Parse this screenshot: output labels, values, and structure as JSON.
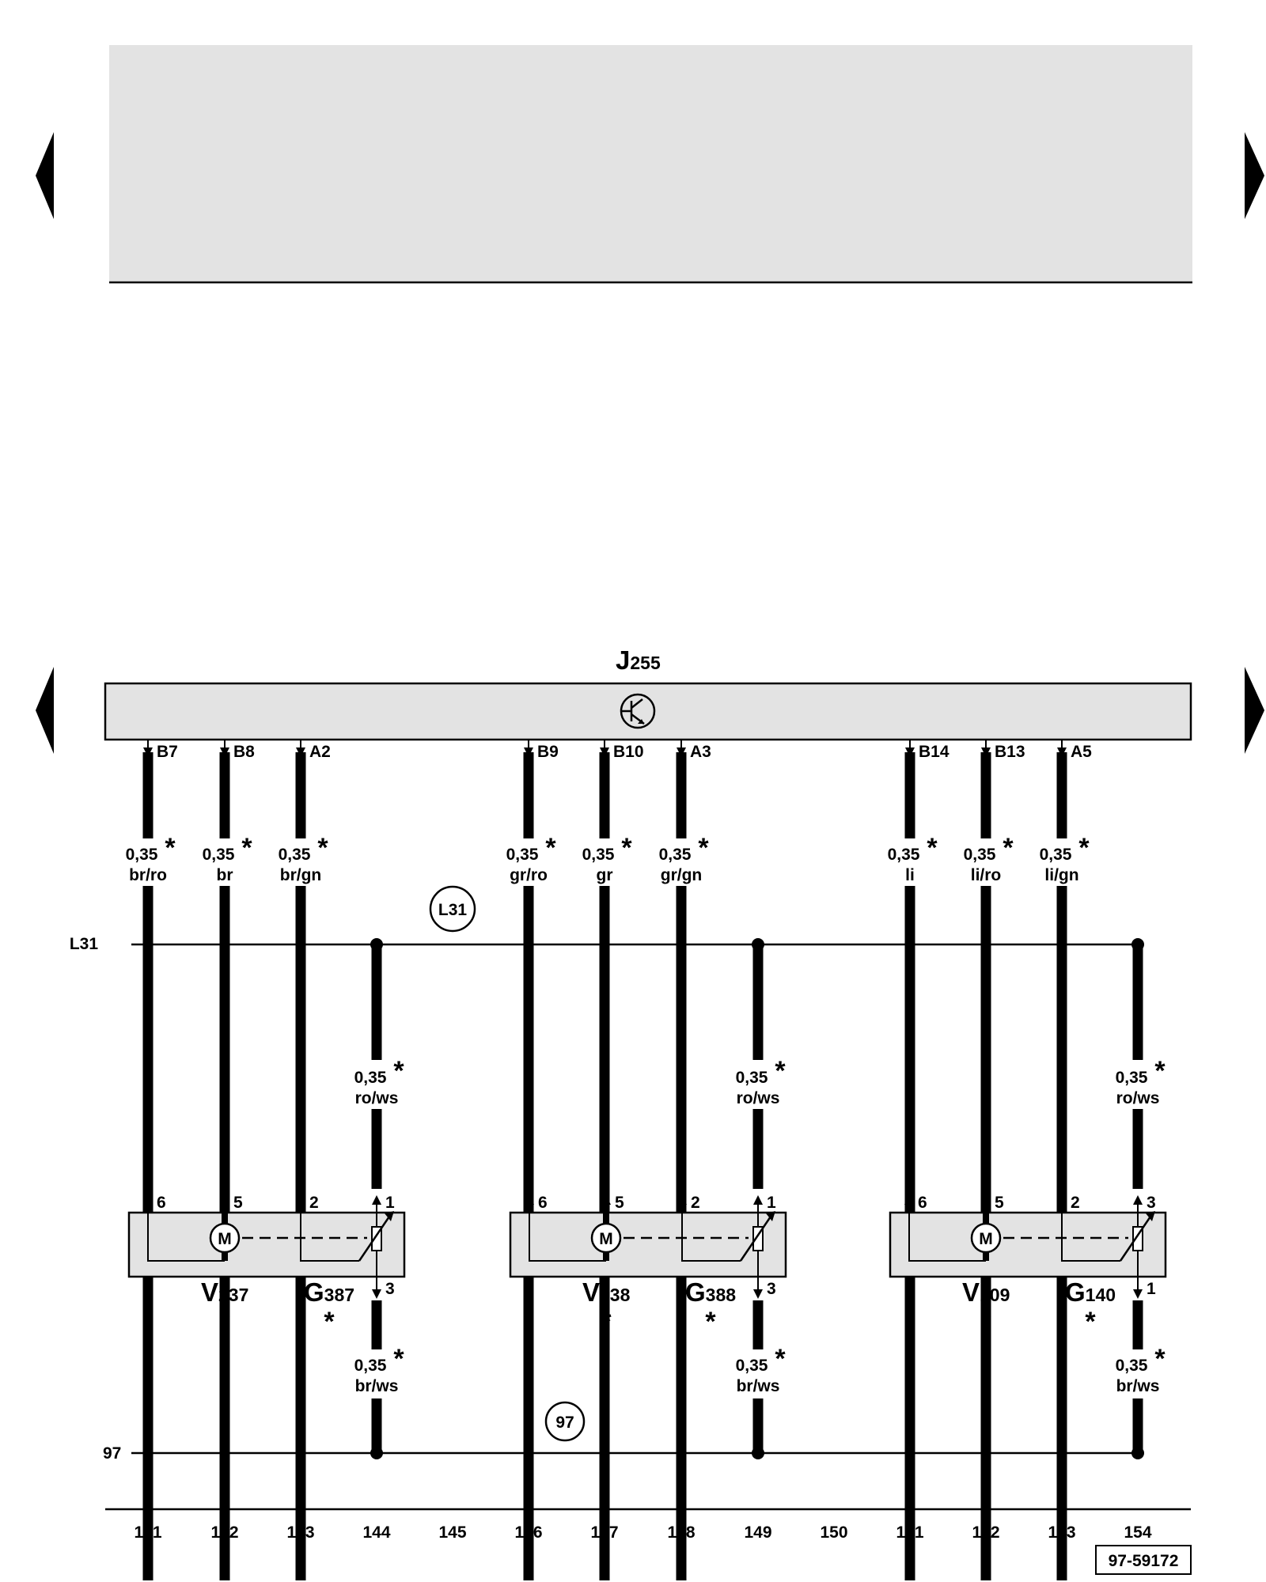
{
  "header": {
    "fill": "#e3e3e3"
  },
  "control_unit": {
    "name": "J",
    "sub": "255",
    "fill": "#e3e3e3",
    "symbol_icon": "transistor-symbol-icon"
  },
  "bus_lines": {
    "l31": {
      "label": "L31",
      "circle": "L31"
    },
    "ground97": {
      "label": "97",
      "circle": "97"
    }
  },
  "wires": [
    {
      "pin": "B7",
      "gauge": "0,35",
      "star": "*",
      "color": "br/ro"
    },
    {
      "pin": "B8",
      "gauge": "0,35",
      "star": "*",
      "color": "br"
    },
    {
      "pin": "A2",
      "gauge": "0,35",
      "star": "*",
      "color": "br/gn"
    },
    {
      "pin": "B9",
      "gauge": "0,35",
      "star": "*",
      "color": "gr/ro"
    },
    {
      "pin": "B10",
      "gauge": "0,35",
      "star": "*",
      "color": "gr"
    },
    {
      "pin": "A3",
      "gauge": "0,35",
      "star": "*",
      "color": "gr/gn"
    },
    {
      "pin": "B14",
      "gauge": "0,35",
      "star": "*",
      "color": "li"
    },
    {
      "pin": "B13",
      "gauge": "0,35",
      "star": "*",
      "color": "li/ro"
    },
    {
      "pin": "A5",
      "gauge": "0,35",
      "star": "*",
      "color": "li/gn"
    }
  ],
  "modules": [
    {
      "motor_letter": "M",
      "pins_top": [
        "6",
        "5",
        "2",
        "1"
      ],
      "pin_bottom": "3",
      "supply": {
        "gauge": "0,35",
        "star": "*",
        "color": "ro/ws"
      },
      "ground": {
        "gauge": "0,35",
        "star": "*",
        "color": "br/ws"
      },
      "motor": {
        "name": "V",
        "sub": "237",
        "star": "*"
      },
      "sensor": {
        "name": "G",
        "sub": "387",
        "star": "*"
      }
    },
    {
      "motor_letter": "M",
      "pins_top": [
        "6",
        "5",
        "2",
        "1"
      ],
      "pin_bottom": "3",
      "supply": {
        "gauge": "0,35",
        "star": "*",
        "color": "ro/ws"
      },
      "ground": {
        "gauge": "0,35",
        "star": "*",
        "color": "br/ws"
      },
      "motor": {
        "name": "V",
        "sub": "238",
        "star": "*"
      },
      "sensor": {
        "name": "G",
        "sub": "388",
        "star": "*"
      }
    },
    {
      "motor_letter": "M",
      "pins_top": [
        "6",
        "5",
        "2",
        "3"
      ],
      "pin_bottom": "1",
      "supply": {
        "gauge": "0,35",
        "star": "*",
        "color": "ro/ws"
      },
      "ground": {
        "gauge": "0,35",
        "star": "*",
        "color": "br/ws"
      },
      "motor": {
        "name": "V",
        "sub": "109",
        "star": "*"
      },
      "sensor": {
        "name": "G",
        "sub": "140",
        "star": "*"
      }
    }
  ],
  "columns": [
    "141",
    "142",
    "143",
    "144",
    "145",
    "146",
    "147",
    "148",
    "149",
    "150",
    "151",
    "152",
    "153",
    "154"
  ],
  "reference": "97-59172",
  "nav_icons": [
    "arrow-left-icon",
    "arrow-right-icon",
    "arrow-left-icon",
    "arrow-right-icon"
  ]
}
